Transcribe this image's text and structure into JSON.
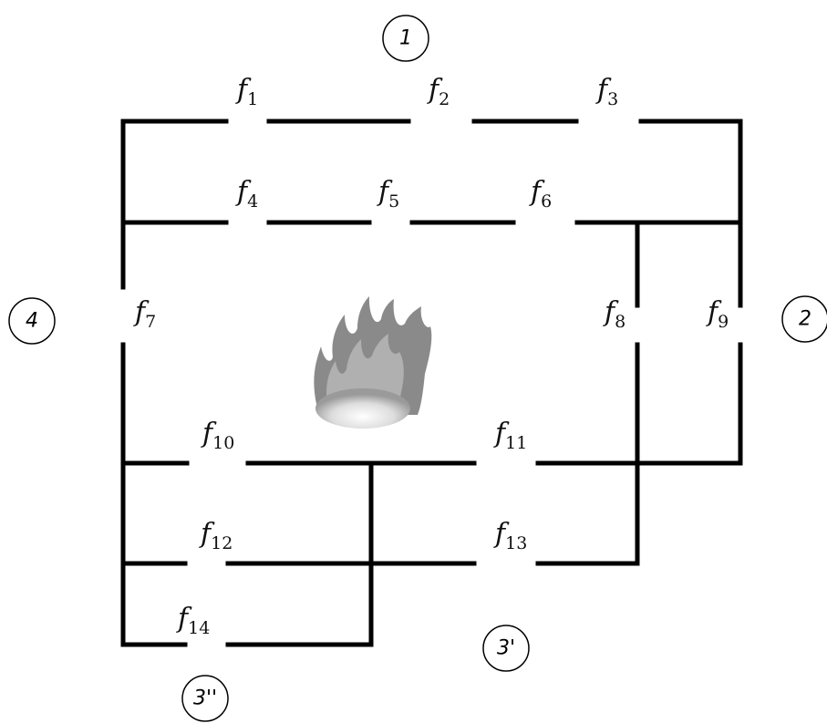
{
  "regions": [
    {
      "id": "r1",
      "label": "1"
    },
    {
      "id": "r2",
      "label": "2"
    },
    {
      "id": "r3p",
      "label": "3'"
    },
    {
      "id": "r3pp",
      "label": "3''"
    },
    {
      "id": "r4",
      "label": "4"
    }
  ],
  "doors": [
    {
      "id": "f1",
      "letter": "f",
      "sub": "1"
    },
    {
      "id": "f2",
      "letter": "f",
      "sub": "2"
    },
    {
      "id": "f3",
      "letter": "f",
      "sub": "3"
    },
    {
      "id": "f4",
      "letter": "f",
      "sub": "4"
    },
    {
      "id": "f5",
      "letter": "f",
      "sub": "5"
    },
    {
      "id": "f6",
      "letter": "f",
      "sub": "6"
    },
    {
      "id": "f7",
      "letter": "f",
      "sub": "7"
    },
    {
      "id": "f8",
      "letter": "f",
      "sub": "8"
    },
    {
      "id": "f9",
      "letter": "f",
      "sub": "9"
    },
    {
      "id": "f10",
      "letter": "f",
      "sub": "10"
    },
    {
      "id": "f11",
      "letter": "f",
      "sub": "11"
    },
    {
      "id": "f12",
      "letter": "f",
      "sub": "12"
    },
    {
      "id": "f13",
      "letter": "f",
      "sub": "13"
    },
    {
      "id": "f14",
      "letter": "f",
      "sub": "14"
    }
  ],
  "icons": {
    "fire": "fire-icon"
  },
  "colors": {
    "wall": "#000000",
    "background": "#ffffff",
    "fire": "#8a8a8a"
  }
}
